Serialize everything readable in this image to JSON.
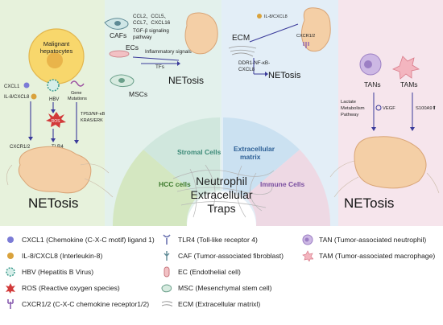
{
  "center": {
    "line1": "Neutrophil",
    "line2": "Extracellular",
    "line3": "Traps"
  },
  "sectors": {
    "hcc": "HCC cells",
    "stromal": "Stromal Cells",
    "ecm": "Extracellular",
    "ecm2": "matrix",
    "immune": "Immune Cells"
  },
  "hcc": {
    "malignant1": "Malignant",
    "malignant2": "hepatocytes",
    "cxcl1": "CXCL1",
    "il8": "IL-8/CXCL8",
    "hbv": "HBV",
    "gene1": "Gene",
    "gene2": "Mutations",
    "ros": "ROS",
    "tp53_1": "TP53/NF-κB",
    "tp53_2": "KRAS/ERK",
    "receptor": "CXCR1/2",
    "tlr4": "TLR4",
    "netosis": "NETosis"
  },
  "stromal": {
    "cafs": "CAFs",
    "ccl1": "CCL2、CCL5、",
    "ccl2": "CCL7、CXCL16",
    "tgf1": "TGF-β signaling",
    "tgf2": "pathway",
    "ecs": "ECs",
    "inflam": "Inflammatory signals",
    "tfs": "TFs",
    "mscs": "MSCs",
    "netosis": "NETosis"
  },
  "ecm": {
    "ecm": "ECM",
    "il8": "IL-8/CXCL8",
    "receptor": "CXCR1/2",
    "ddr1": "DDR1-NF-κB-",
    "ddr2": "CXCL8",
    "netosis": "NETosis"
  },
  "immune": {
    "tans": "TANs",
    "tams": "TAMs",
    "lact1": "Lactate",
    "lact2": "Metabolism",
    "lact3": "Pathway",
    "vegf": "VEGF",
    "s100": "S100A9⬆",
    "netosis": "NETosis"
  },
  "legend": [
    {
      "icon": "cxcl1-dot-icon",
      "label": "CXCL1 (Chemokine (C-X-C motif) ligand 1)"
    },
    {
      "icon": "il8-dot-icon",
      "label": "IL-8/CXCL8 (Interleukin-8)"
    },
    {
      "icon": "hbv-virus-icon",
      "label": "HBV (Hepatitis B Virus)"
    },
    {
      "icon": "ros-burst-icon",
      "label": "ROS (Reactive oxygen species)"
    },
    {
      "icon": "receptor-icon",
      "label": "CXCR1/2 (C-X-C chemokine receptor1/2)"
    },
    {
      "icon": "tlr4-icon",
      "label": "TLR4 (Toll-like receptor 4)"
    },
    {
      "icon": "caf-icon",
      "label": "CAF (Tumor-associated fibroblast)"
    },
    {
      "icon": "ec-icon",
      "label": "EC (Endothelial cell)"
    },
    {
      "icon": "msc-icon",
      "label": "MSC (Mesenchymal stem cell)"
    },
    {
      "icon": "ecm-fiber-icon",
      "label": "ECM (Extracellular matrixl)"
    },
    {
      "icon": "tan-icon",
      "label": "TAN (Tumor-associated neutrophil)"
    },
    {
      "icon": "tam-icon",
      "label": "TAM (Tumor-associated macrophage)"
    }
  ],
  "colors": {
    "hcc_bg": "#e8f3dd",
    "stromal_bg": "#e2f1ec",
    "ecm_bg": "#e3eef7",
    "immune_bg": "#f6e6ec",
    "neutrophil": "#f4cfa6",
    "purple": "#8a5fb0"
  }
}
